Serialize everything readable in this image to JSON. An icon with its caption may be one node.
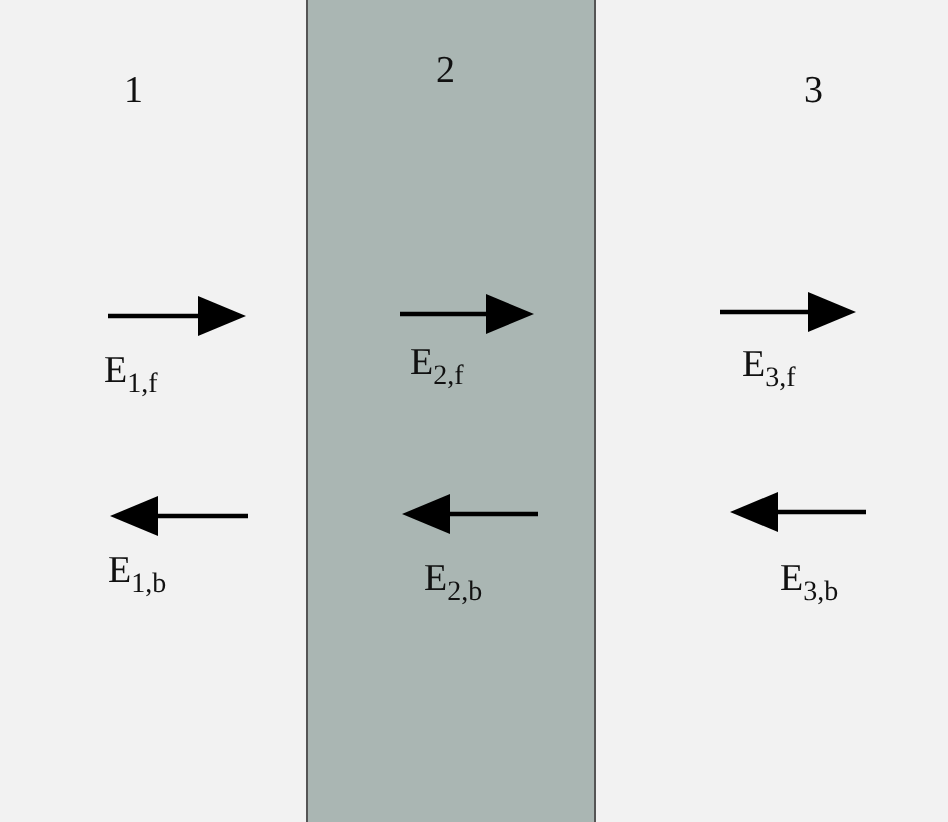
{
  "diagram": {
    "nodes": [
      {
        "text": [
          "1",
          "E$_{1,f}$",
          "E$_{1,b}$"
        ]
      },
      {
        "text": [
          "2",
          "E$_{2,f}$",
          "E$_{2,b}$"
        ]
      },
      {
        "text": [
          "3",
          "E$_{3,f}$",
          "E$_{3,b}$"
        ]
      }
    ]
  }
}
